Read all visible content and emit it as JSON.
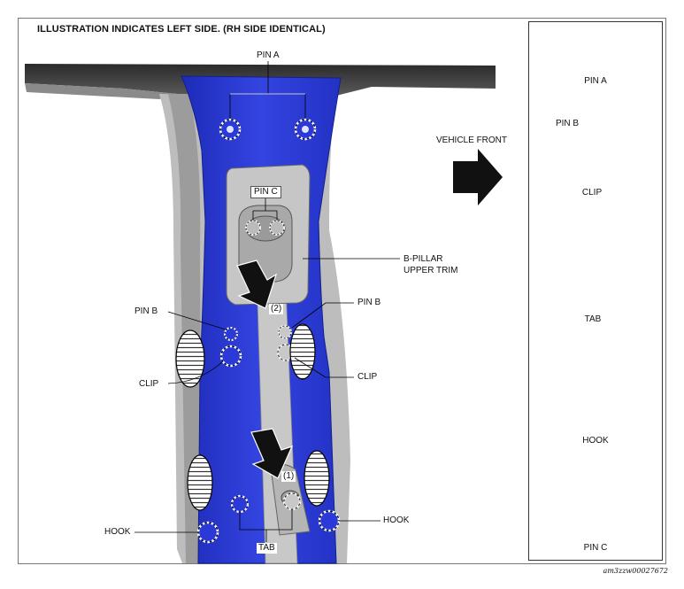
{
  "heading": "ILLUSTRATION INDICATES LEFT SIDE. (RH SIDE IDENTICAL)",
  "labels": {
    "pin_a": "PIN A",
    "pin_c": "PIN C",
    "vehicle_front": "VEHICLE FRONT",
    "b_pillar_line1": "B-PILLAR",
    "b_pillar_line2": "UPPER TRIM",
    "pin_b_left": "PIN B",
    "pin_b_right": "PIN B",
    "clip_left": "CLIP",
    "clip_right": "CLIP",
    "step_2": "(2)",
    "step_1": "(1)",
    "hook_left": "HOOK",
    "hook_right": "HOOK",
    "tab": "TAB"
  },
  "detail_panel": {
    "pin_a": "PIN A",
    "pin_b": "PIN B",
    "clip": "CLIP",
    "tab": "TAB",
    "hook": "HOOK",
    "pin_c": "PIN C"
  },
  "image_code": "am3zzw00027672",
  "colors": {
    "trim_blue": "#2b39d6",
    "pillar_grey": "#c9c9c9"
  }
}
